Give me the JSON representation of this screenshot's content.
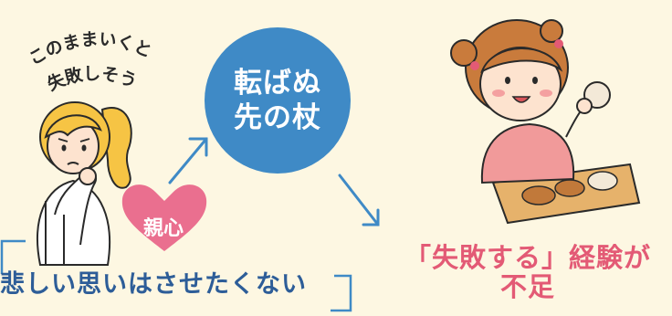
{
  "mother_thought": {
    "line1": "このままいくと",
    "line2": "失敗しそう"
  },
  "center_circle": {
    "line1": "転ばぬ",
    "line2": "先の杖"
  },
  "heart_badge": {
    "label": "親心"
  },
  "parent_quote": {
    "text": "悲しい思いはさせたくない"
  },
  "result": {
    "line1": "「失敗する」経験が",
    "line2": "不足"
  },
  "colors": {
    "background": "#fdf7e2",
    "circle": "#3f8ac6",
    "arrow": "#3f8ac6",
    "quote_text": "#2d5d98",
    "result_text": "#e35a75",
    "heart": "#ea6f8f"
  }
}
